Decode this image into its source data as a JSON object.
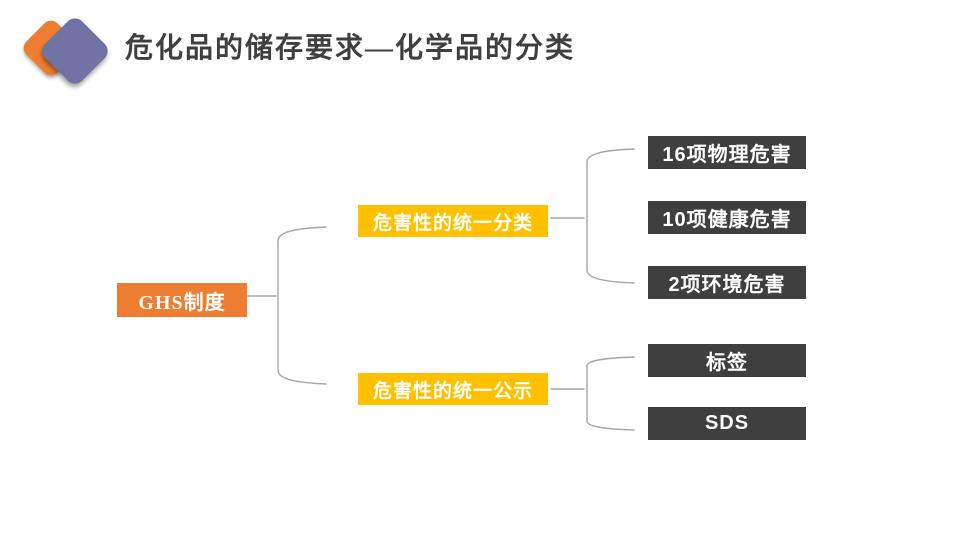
{
  "slide": {
    "title": "危化品的储存要求—化学品的分类"
  },
  "logo": {
    "icon": "overlapping-diamonds-logo",
    "back_shape": "orange-rounded-diamond",
    "front_shape": "purple-rounded-diamond"
  },
  "diagram": {
    "type": "hierarchy-bracket-diagram",
    "root": {
      "label": "GHS制度"
    },
    "branches": [
      {
        "label": "危害性的统一分类",
        "children": [
          {
            "label": "16项物理危害"
          },
          {
            "label": "10项健康危害"
          },
          {
            "label": "2项环境危害"
          }
        ]
      },
      {
        "label": "危害性的统一公示",
        "children": [
          {
            "label": "标签"
          },
          {
            "label": "SDS"
          }
        ]
      }
    ]
  },
  "colors": {
    "root_box": "#ED7D31",
    "branch_box": "#FFC000",
    "leaf_box": "#3F3F3F",
    "box_text": "#FFFFFF",
    "title_text": "#3F3F3F",
    "connector": "#A6A6A6",
    "logo_orange": "#ED7D31",
    "logo_purple": "#7173A5",
    "background": "#FFFFFF"
  }
}
